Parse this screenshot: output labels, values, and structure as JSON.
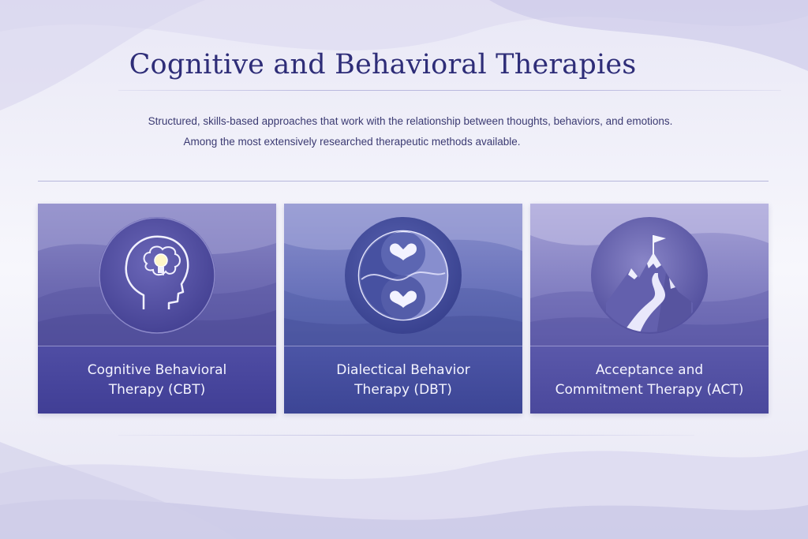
{
  "page": {
    "title": "Cognitive and Behavioral Therapies",
    "subtitle_line1": "Structured, skills-based approaches that work with the relationship between thoughts, behaviors, and emotions.",
    "subtitle_line2": "Among the most extensively researched therapeutic methods available."
  },
  "cards": [
    {
      "label_line1": "Cognitive Behavioral",
      "label_line2": "Therapy (CBT)",
      "icon": "head-lightbulb-icon"
    },
    {
      "label_line1": "Dialectical Behavior",
      "label_line2": "Therapy (DBT)",
      "icon": "yin-yang-hearts-icon"
    },
    {
      "label_line1": "Acceptance and",
      "label_line2": "Commitment Therapy (ACT)",
      "icon": "mountain-flag-icon"
    }
  ],
  "colors": {
    "title": "#2e2d78",
    "text": "#3b3a72",
    "accent": "#4f4da4",
    "background": "#f3f3fa"
  }
}
